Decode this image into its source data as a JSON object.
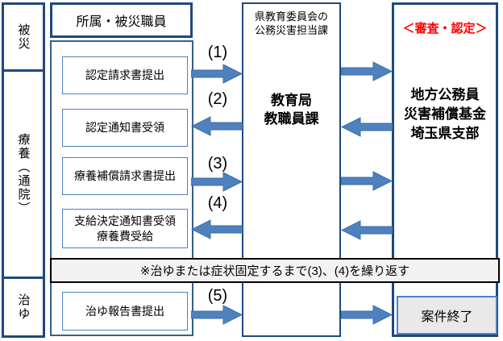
{
  "colors": {
    "dark_border": "#1F497D",
    "thin_box_border": "#4F81BD",
    "arrow_fill": "#4E81BD",
    "arrow_stroke": "#3C6CA6",
    "banner_bg": "#F2F2F2",
    "banner_border": "#000000",
    "end_box_bg": "#E9E9E9",
    "accent_red": "#FF0000"
  },
  "phase_column": {
    "items": [
      {
        "label": "被災"
      },
      {
        "label": "療養（通院）"
      },
      {
        "label": "治ゆ"
      }
    ]
  },
  "employee_column": {
    "header": "所属・被災職員",
    "steps": [
      {
        "label": "認定請求書提出"
      },
      {
        "label": "認定通知書受領"
      },
      {
        "label": "療養補償請求書提出"
      },
      {
        "line1": "支給決定通知書受領",
        "line2": "療養費受給"
      },
      {
        "label": "治ゆ報告書提出"
      }
    ]
  },
  "step_numbers": [
    "(1)",
    "(2)",
    "(3)",
    "(4)",
    "(5)"
  ],
  "education_column": {
    "header_line1": "県教育委員会の",
    "header_line2": "公務災害担当課",
    "name_line1": "教育局",
    "name_line2": "教職員課"
  },
  "fund_column": {
    "header": "＜審査・認定＞",
    "name_line1": "地方公務員",
    "name_line2": "災害補償基金",
    "name_line3": "埼玉県支部",
    "end_label": "案件終了"
  },
  "banner": {
    "note": "※治ゆまたは症状固定するまで(3)、(4)を繰り返す"
  },
  "arrows": [
    {
      "step": "(1)",
      "from": "employee",
      "to": "education",
      "direction": "right"
    },
    {
      "step": "(1)",
      "from": "education",
      "to": "fund",
      "direction": "right"
    },
    {
      "step": "(2)",
      "from": "fund",
      "to": "education",
      "direction": "left"
    },
    {
      "step": "(2)",
      "from": "education",
      "to": "employee",
      "direction": "left"
    },
    {
      "step": "(3)",
      "from": "employee",
      "to": "education",
      "direction": "right"
    },
    {
      "step": "(3)",
      "from": "education",
      "to": "fund",
      "direction": "right"
    },
    {
      "step": "(4)",
      "from": "fund",
      "to": "education",
      "direction": "left"
    },
    {
      "step": "(4)",
      "from": "education",
      "to": "employee",
      "direction": "left"
    },
    {
      "step": "(5)",
      "from": "employee",
      "to": "education",
      "direction": "right"
    },
    {
      "step": "(5)",
      "from": "education",
      "to": "case-end",
      "direction": "right"
    }
  ]
}
